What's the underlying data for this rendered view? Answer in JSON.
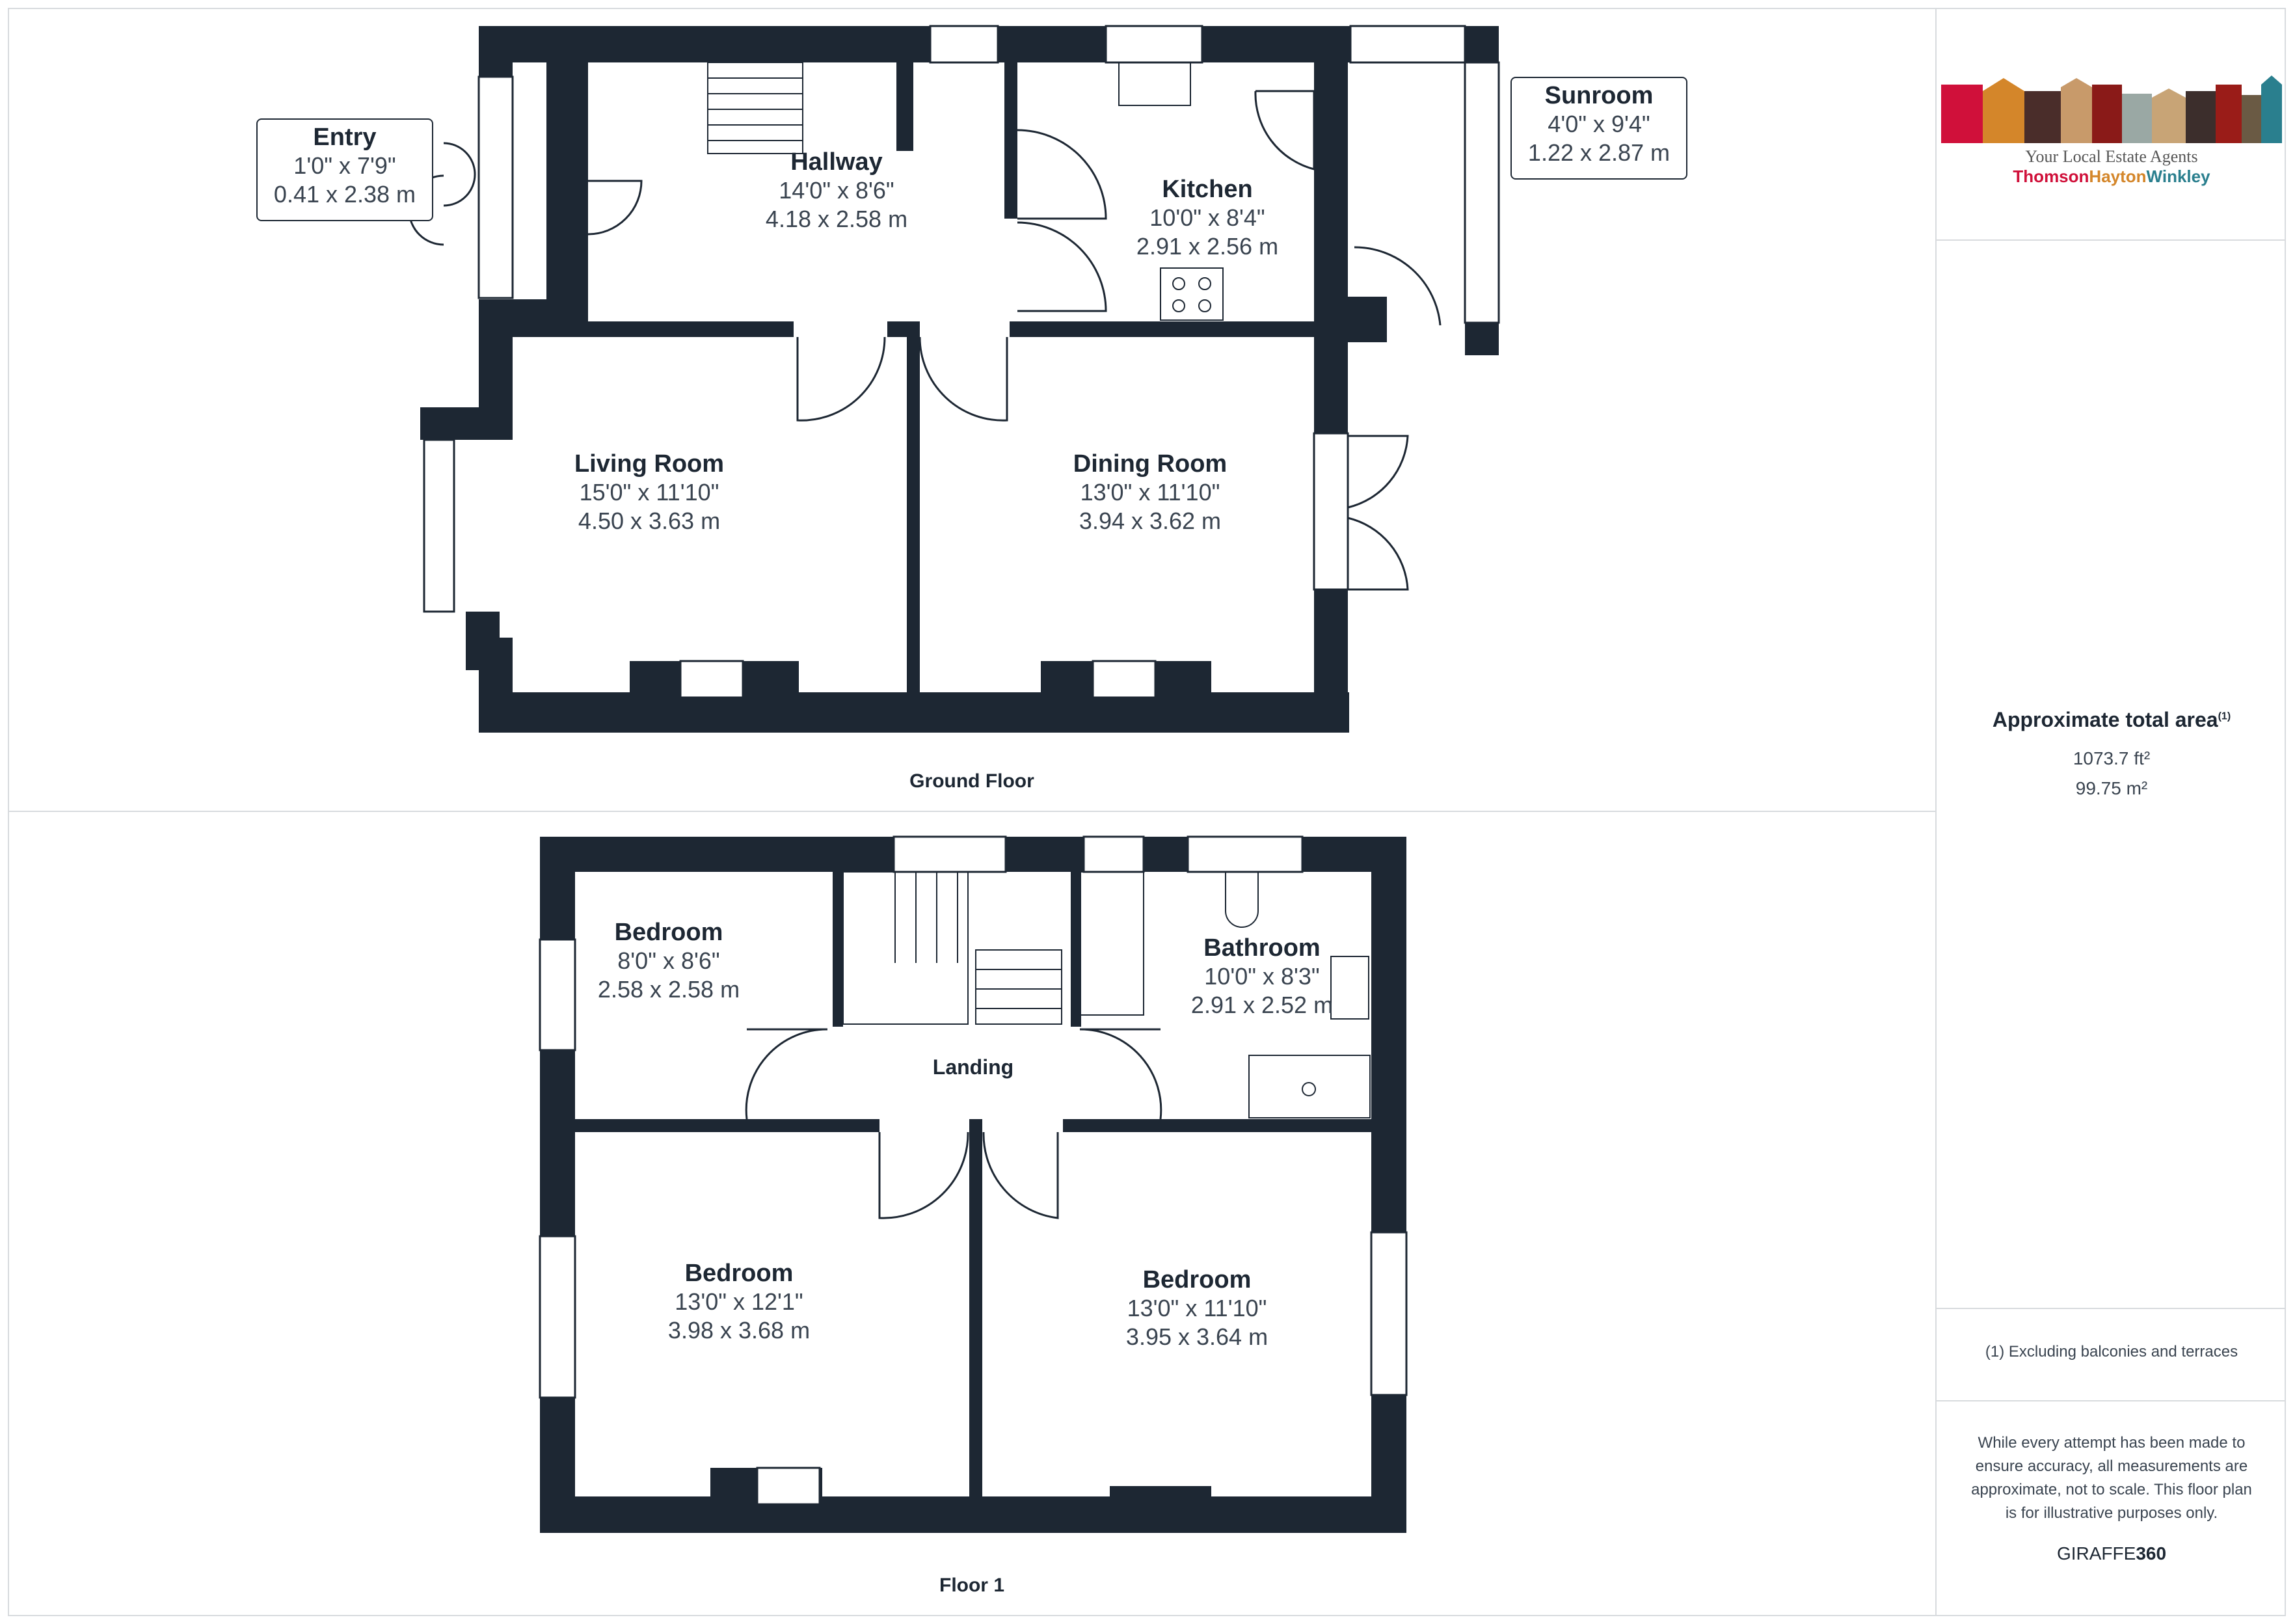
{
  "ground_floor": {
    "label": "Ground Floor",
    "rooms": [
      {
        "id": "entry",
        "name": "Entry",
        "dim_imperial": "1'0\" x 7'9\"",
        "dim_metric": "0.41 x 2.38 m"
      },
      {
        "id": "hallway",
        "name": "Hallway",
        "dim_imperial": "14'0\" x 8'6\"",
        "dim_metric": "4.18 x 2.58 m"
      },
      {
        "id": "kitchen",
        "name": "Kitchen",
        "dim_imperial": "10'0\" x 8'4\"",
        "dim_metric": "2.91 x 2.56 m"
      },
      {
        "id": "sunroom",
        "name": "Sunroom",
        "dim_imperial": "4'0\" x 9'4\"",
        "dim_metric": "1.22 x 2.87 m"
      },
      {
        "id": "living",
        "name": "Living Room",
        "dim_imperial": "15'0\" x 11'10\"",
        "dim_metric": "4.50 x 3.63 m"
      },
      {
        "id": "dining",
        "name": "Dining Room",
        "dim_imperial": "13'0\" x 11'10\"",
        "dim_metric": "3.94 x 3.62 m"
      }
    ]
  },
  "floor1": {
    "label": "Floor 1",
    "rooms": [
      {
        "id": "bed_small",
        "name": "Bedroom",
        "dim_imperial": "8'0\" x 8'6\"",
        "dim_metric": "2.58 x 2.58 m"
      },
      {
        "id": "bathroom",
        "name": "Bathroom",
        "dim_imperial": "10'0\" x 8'3\"",
        "dim_metric": "2.91 x 2.52 m"
      },
      {
        "id": "landing",
        "name": "Landing"
      },
      {
        "id": "bed_left",
        "name": "Bedroom",
        "dim_imperial": "13'0\" x 12'1\"",
        "dim_metric": "3.98 x 3.68 m"
      },
      {
        "id": "bed_right",
        "name": "Bedroom",
        "dim_imperial": "13'0\" x 11'10\"",
        "dim_metric": "3.95 x 3.64 m"
      }
    ]
  },
  "sidebar": {
    "brand_tagline": "Your Local Estate Agents",
    "brand_name_1": "Thomson",
    "brand_name_2": "Hayton",
    "brand_name_3": "Winkley",
    "area_title": "Approximate total area",
    "area_footnote_mark": "(1)",
    "area_ft": "1073.7 ft²",
    "area_m": "99.75 m²",
    "footnote": "(1) Excluding balconies and terraces",
    "disclaimer": "While every attempt has been made to ensure accuracy, all measurements are approximate, not to scale. This floor plan is for illustrative purposes only.",
    "provider_1": "GIRAFFE",
    "provider_2": "360"
  },
  "colors": {
    "wall": "#1d2733",
    "brand_red": "#d0103a",
    "brand_orange": "#d4862a",
    "brand_teal": "#2a7f8e"
  }
}
